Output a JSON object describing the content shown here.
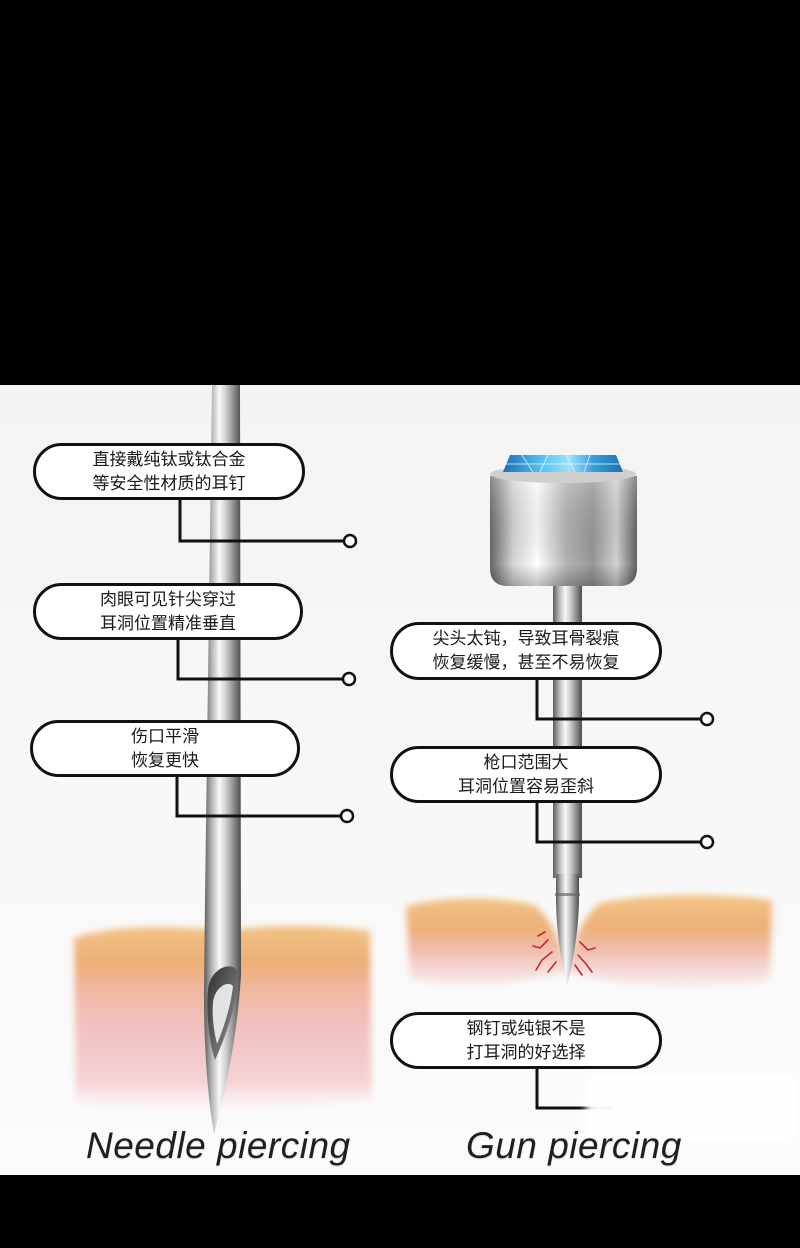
{
  "labels": {
    "needle": "Needle piercing",
    "gun": "Gun piercing"
  },
  "needle_callouts": [
    {
      "line1": "直接戴纯钛或钛合金",
      "line2": "等安全性材质的耳钉"
    },
    {
      "line1": "肉眼可见针尖穿过",
      "line2": "耳洞位置精准垂直"
    },
    {
      "line1": "伤口平滑",
      "line2": "恢复更快"
    }
  ],
  "gun_callouts": [
    {
      "line1": "尖头太钝，导致耳骨裂痕",
      "line2": "恢复缓慢，甚至不易恢复"
    },
    {
      "line1": "枪口范围大",
      "line2": "耳洞位置容易歪斜"
    },
    {
      "line1": "钢钉或纯银不是",
      "line2": "打耳洞的好选择"
    }
  ],
  "colors": {
    "frame": "#000000",
    "background": "#f3f3f3",
    "callout_border": "#111111",
    "gem": "#3a9fd9",
    "wound": "#c3283b"
  }
}
